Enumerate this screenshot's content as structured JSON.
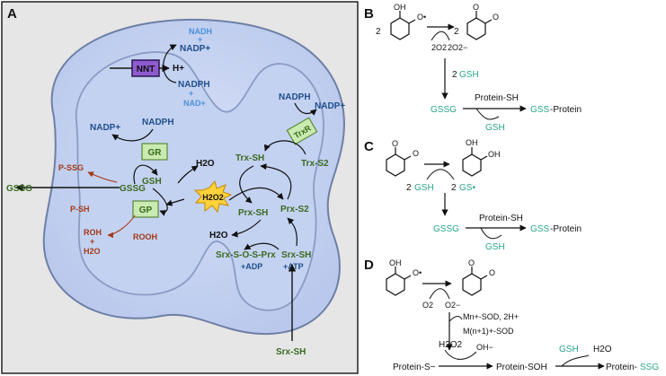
{
  "panelA": {
    "label": "A",
    "nnt": "NNT",
    "nadh": "NADH",
    "plus1": "+",
    "nadp_plus_top": "NADP+",
    "h_plus": "H+",
    "nadph_top": "NADPH",
    "plus2": "+",
    "nad_plus": "NAD+",
    "nadp_plus_left": "NADP+",
    "nadph_left": "NADPH",
    "gr": "GR",
    "gsh": "GSH",
    "gssg_inner": "GSSG",
    "gssg_out": "GSSG",
    "p_ssg": "P-SSG",
    "p_sh": "P-SH",
    "gp": "GP",
    "roh": "ROH",
    "plus3": "+",
    "h2o_left": "H2O",
    "rooh": "ROOH",
    "h2o_top": "H2O",
    "h2o2": "H2O2",
    "nadph_right": "NADPH",
    "nadp_plus_right": "NADP+",
    "trxr": "TrxR",
    "trx_sh": "Trx-SH",
    "trx_s2": "Trx-S2",
    "prx_sh": "Prx-SH",
    "prx_s2": "Prx-S2",
    "h2o_bottom": "H2O",
    "srx_prx": "Srx-S-O-S-Prx",
    "srx_sh_inner": "Srx-SH",
    "adp": "+ADP",
    "atp": "+ATP",
    "srx_sh_out": "Srx-SH"
  },
  "panelB": {
    "label": "B",
    "coef": "2",
    "oh": "OH",
    "o2": "2O2",
    "o2minus": "2O2−",
    "coef2": "2",
    "coef_gsh": "2",
    "gsh1": "GSH",
    "gssg": "GSSG",
    "protein_sh": "Protein-SH",
    "gss": "GSS",
    "protein": "-Protein",
    "gsh2": "GSH"
  },
  "panelC": {
    "label": "C",
    "oh1": "OH",
    "oh2": "OH",
    "coef_gsh": "2",
    "gsh1": "GSH",
    "coef_gs": "2",
    "gs": "GS•",
    "gssg": "GSSG",
    "protein_sh": "Protein-SH",
    "gss": "GSS",
    "protein": "-Protein",
    "gsh2": "GSH"
  },
  "panelD": {
    "label": "D",
    "oh": "OH",
    "o2": "O2",
    "o2minus": "O2−",
    "sod1": "Mn+-SOD, 2H+",
    "sod2": "M(n+1)+-SOD",
    "h2o2": "H2O2",
    "oh_minus": "OH−",
    "protein_s": "Protein-S−",
    "protein_soh": "Protein-SOH",
    "gsh": "GSH",
    "h2o": "H2O",
    "protein_ssg_a": "Protein-",
    "protein_ssg_b": "SSG"
  }
}
